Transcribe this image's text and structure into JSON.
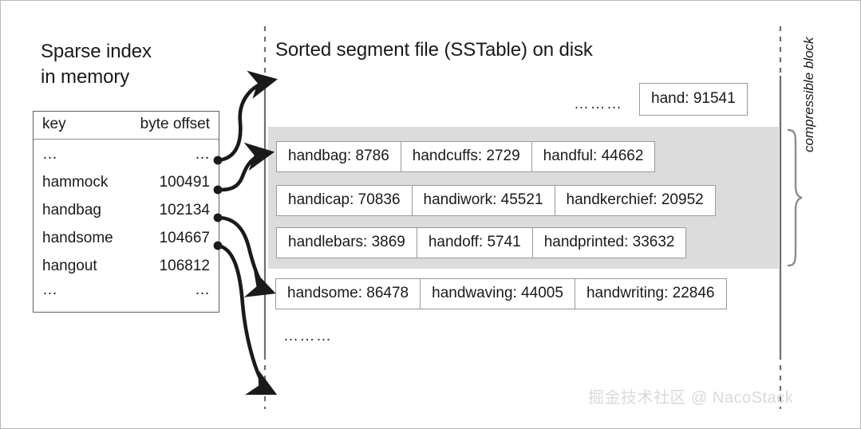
{
  "figure": {
    "watermark": "掘金技术社区 @ NacoStack",
    "compressible_block_label": "compressible block",
    "ellipsis": "………",
    "short_ellipsis": "…"
  },
  "sparse_index": {
    "title": "Sparse index\nin memory",
    "title_line1": "Sparse index",
    "title_line2": "in memory",
    "columns": [
      "key",
      "byte offset"
    ],
    "rows": [
      {
        "key": "…",
        "offset": "…"
      },
      {
        "key": "hammock",
        "offset": "100491"
      },
      {
        "key": "handbag",
        "offset": "102134"
      },
      {
        "key": "handsome",
        "offset": "104667"
      },
      {
        "key": "hangout",
        "offset": "106812"
      },
      {
        "key": "…",
        "offset": "…"
      }
    ]
  },
  "sstable": {
    "title": "Sorted segment file (SSTable) on disk",
    "top_dots": "………",
    "top_entry": "hand: 91541",
    "bottom_dots": "………",
    "rows": [
      {
        "in_gray_block": true,
        "entries": [
          "handbag: 8786",
          "handcuffs: 2729",
          "handful: 44662"
        ]
      },
      {
        "in_gray_block": true,
        "entries": [
          "handicap: 70836",
          "handiwork: 45521",
          "handkerchief: 20952"
        ]
      },
      {
        "in_gray_block": true,
        "entries": [
          "handlebars: 3869",
          "handoff: 5741",
          "handprinted: 33632"
        ]
      },
      {
        "in_gray_block": false,
        "entries": [
          "handsome: 86478",
          "handwaving: 44005",
          "handwriting: 22846"
        ]
      }
    ]
  },
  "colors": {
    "gray_block": "#dcdcdc",
    "entry_border": "#9a9a9a",
    "table_border": "#5f5f5f",
    "arrow": "#1a1a1a",
    "guide_line": "#6e6e6e",
    "watermark": "#dadada"
  }
}
